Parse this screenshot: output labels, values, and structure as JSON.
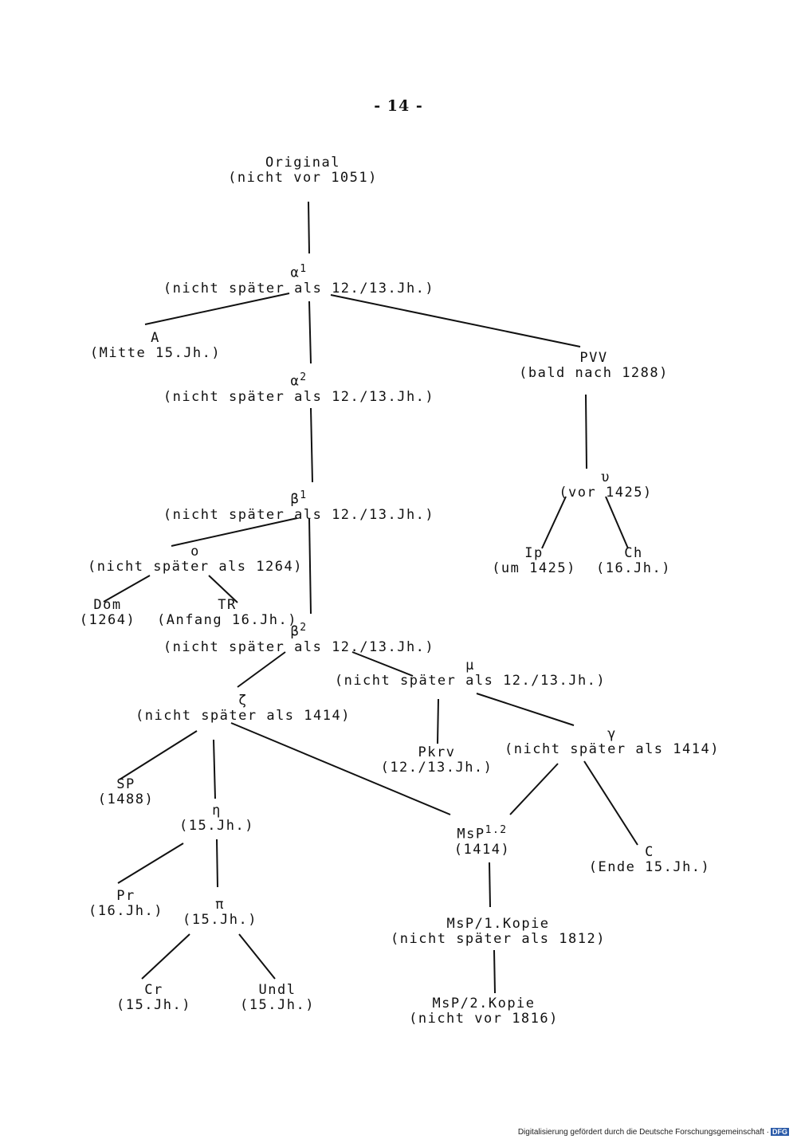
{
  "page_number": "- 14 -",
  "footer": {
    "text": "Digitalisierung gefördert durch die Deutsche Forschungsgemeinschaft ·",
    "logo": "DFG"
  },
  "nodes": [
    {
      "id": "original",
      "sym": "Original",
      "date": "(nicht vor 1051)"
    },
    {
      "id": "alpha1",
      "sym": "α",
      "sup": "1",
      "date": "(nicht später als 12./13.Jh.)"
    },
    {
      "id": "a",
      "sym": "A",
      "date": "(Mitte 15.Jh.)"
    },
    {
      "id": "alpha2",
      "sym": "α",
      "sup": "2",
      "date": "(nicht später als 12./13.Jh.)"
    },
    {
      "id": "pvv",
      "sym": "PVV",
      "date": "(bald nach 1288)"
    },
    {
      "id": "beta1",
      "sym": "β",
      "sup": "1",
      "date": "(nicht später als 12./13.Jh.)"
    },
    {
      "id": "upsilon",
      "sym": "υ",
      "date": "(vor 1425)"
    },
    {
      "id": "o",
      "sym": "o",
      "date": "(nicht später als 1264)"
    },
    {
      "id": "ip",
      "sym": "Ip",
      "date": "(um 1425)"
    },
    {
      "id": "ch",
      "sym": "Ch",
      "date": "(16.Jh.)"
    },
    {
      "id": "dom",
      "sym": "Dom",
      "date": "(1264)"
    },
    {
      "id": "tr",
      "sym": "TR",
      "date": "(Anfang 16.Jh.)"
    },
    {
      "id": "beta2",
      "sym": "β",
      "sup": "2",
      "date": "(nicht später als 12./13.Jh.)"
    },
    {
      "id": "mu",
      "sym": "μ",
      "date": "(nicht später als 12./13.Jh.)"
    },
    {
      "id": "zeta",
      "sym": "ζ",
      "date": "(nicht später als 1414)"
    },
    {
      "id": "pkrv",
      "sym": "Pkrv",
      "date": "(12./13.Jh.)"
    },
    {
      "id": "gamma",
      "sym": "γ",
      "date": "(nicht später als 1414)"
    },
    {
      "id": "sp",
      "sym": "SP",
      "date": "(1488)"
    },
    {
      "id": "eta",
      "sym": "η",
      "date": "(15.Jh.)"
    },
    {
      "id": "msp12",
      "sym": "MsP",
      "sup": "1.2",
      "date": "(1414)"
    },
    {
      "id": "c",
      "sym": "C",
      "date": "(Ende 15.Jh.)"
    },
    {
      "id": "pr",
      "sym": "Pr",
      "date": "(16.Jh.)"
    },
    {
      "id": "pi",
      "sym": "π",
      "date": "(15.Jh.)"
    },
    {
      "id": "msp1k",
      "sym": "MsP/1.Kopie",
      "date": "(nicht später als 1812)"
    },
    {
      "id": "cr",
      "sym": "Cr",
      "date": "(15.Jh.)"
    },
    {
      "id": "undl",
      "sym": "Undl",
      "date": "(15.Jh.)"
    },
    {
      "id": "msp2k",
      "sym": "MsP/2.Kopie",
      "date": "(nicht vor 1816)"
    }
  ],
  "edges": [
    [
      "original",
      "alpha1"
    ],
    [
      "alpha1",
      "a"
    ],
    [
      "alpha1",
      "alpha2"
    ],
    [
      "alpha1",
      "pvv"
    ],
    [
      "alpha2",
      "beta1"
    ],
    [
      "pvv",
      "upsilon"
    ],
    [
      "beta1",
      "o"
    ],
    [
      "beta1",
      "beta2"
    ],
    [
      "upsilon",
      "ip"
    ],
    [
      "upsilon",
      "ch"
    ],
    [
      "o",
      "dom"
    ],
    [
      "o",
      "tr"
    ],
    [
      "beta2",
      "zeta"
    ],
    [
      "beta2",
      "mu"
    ],
    [
      "mu",
      "pkrv"
    ],
    [
      "mu",
      "gamma"
    ],
    [
      "zeta",
      "sp"
    ],
    [
      "zeta",
      "eta"
    ],
    [
      "zeta",
      "msp12"
    ],
    [
      "gamma",
      "msp12"
    ],
    [
      "gamma",
      "c"
    ],
    [
      "eta",
      "pr"
    ],
    [
      "eta",
      "pi"
    ],
    [
      "msp12",
      "msp1k"
    ],
    [
      "pi",
      "cr"
    ],
    [
      "pi",
      "undl"
    ],
    [
      "msp1k",
      "msp2k"
    ]
  ]
}
